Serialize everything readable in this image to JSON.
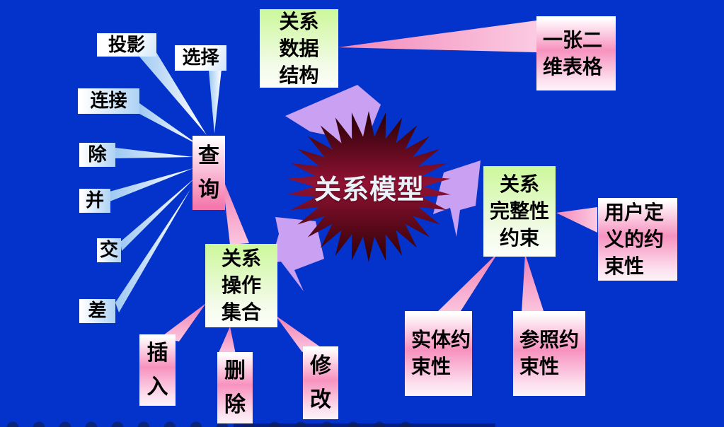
{
  "slide": {
    "background_color": "#0433CC",
    "bottom_dots_color": "#101f55"
  },
  "center": {
    "label": "关系模型",
    "star_edge_color": "#240004",
    "star_mid_color": "#911233",
    "text_color": "#E9F2F9"
  },
  "nodes": {
    "touying": {
      "label": "投影"
    },
    "xuanze": {
      "label": "选择"
    },
    "lianjie": {
      "label": "连接"
    },
    "chu": {
      "label": "除"
    },
    "bing": {
      "label": "并"
    },
    "jiao": {
      "label": "交"
    },
    "cha": {
      "label": "差"
    },
    "chaxun": {
      "label": "查\n询"
    },
    "shujujiegou": {
      "label": "关系\n数据\n结构"
    },
    "biaoge": {
      "label": "一张二\n维表格"
    },
    "caozuojihe": {
      "label": "关系\n操作\n集合"
    },
    "charu": {
      "label": "插\n入"
    },
    "shanchu": {
      "label": "删\n除"
    },
    "xiugai": {
      "label": "修\n改"
    },
    "wanzhengxing": {
      "label": "关系\n完整性\n约束"
    },
    "yonghudingyi": {
      "label": "用户定\n义的约\n束性"
    },
    "shiti": {
      "label": "实体约\n束性"
    },
    "canzhao": {
      "label": "参照约\n束性"
    }
  },
  "palette": {
    "beam_blue": "#9FC9F2",
    "beam_pink": "#F387B8",
    "arrow_lavender": "#C9A0F2",
    "box_green_top": "#CDF89C",
    "box_pink_mid": "#F792BF",
    "box_blue_edge": "#AED2F5"
  }
}
